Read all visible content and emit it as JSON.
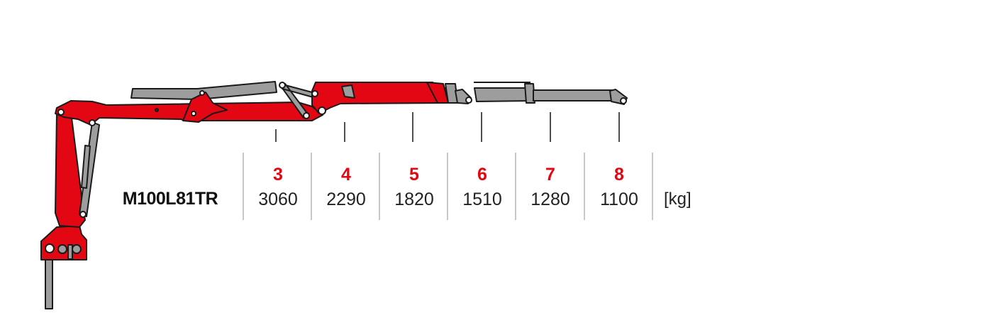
{
  "model": "M100L81TR",
  "unit": "[kg]",
  "reach_loads": [
    {
      "reach": "3",
      "load": "3060"
    },
    {
      "reach": "4",
      "load": "2290"
    },
    {
      "reach": "5",
      "load": "1820"
    },
    {
      "reach": "6",
      "load": "1510"
    },
    {
      "reach": "7",
      "load": "1280"
    },
    {
      "reach": "8",
      "load": "1100"
    }
  ],
  "colors": {
    "accent": "#e30613",
    "cylinder": "#9d9d9d",
    "divider": "#c8c8c8"
  }
}
